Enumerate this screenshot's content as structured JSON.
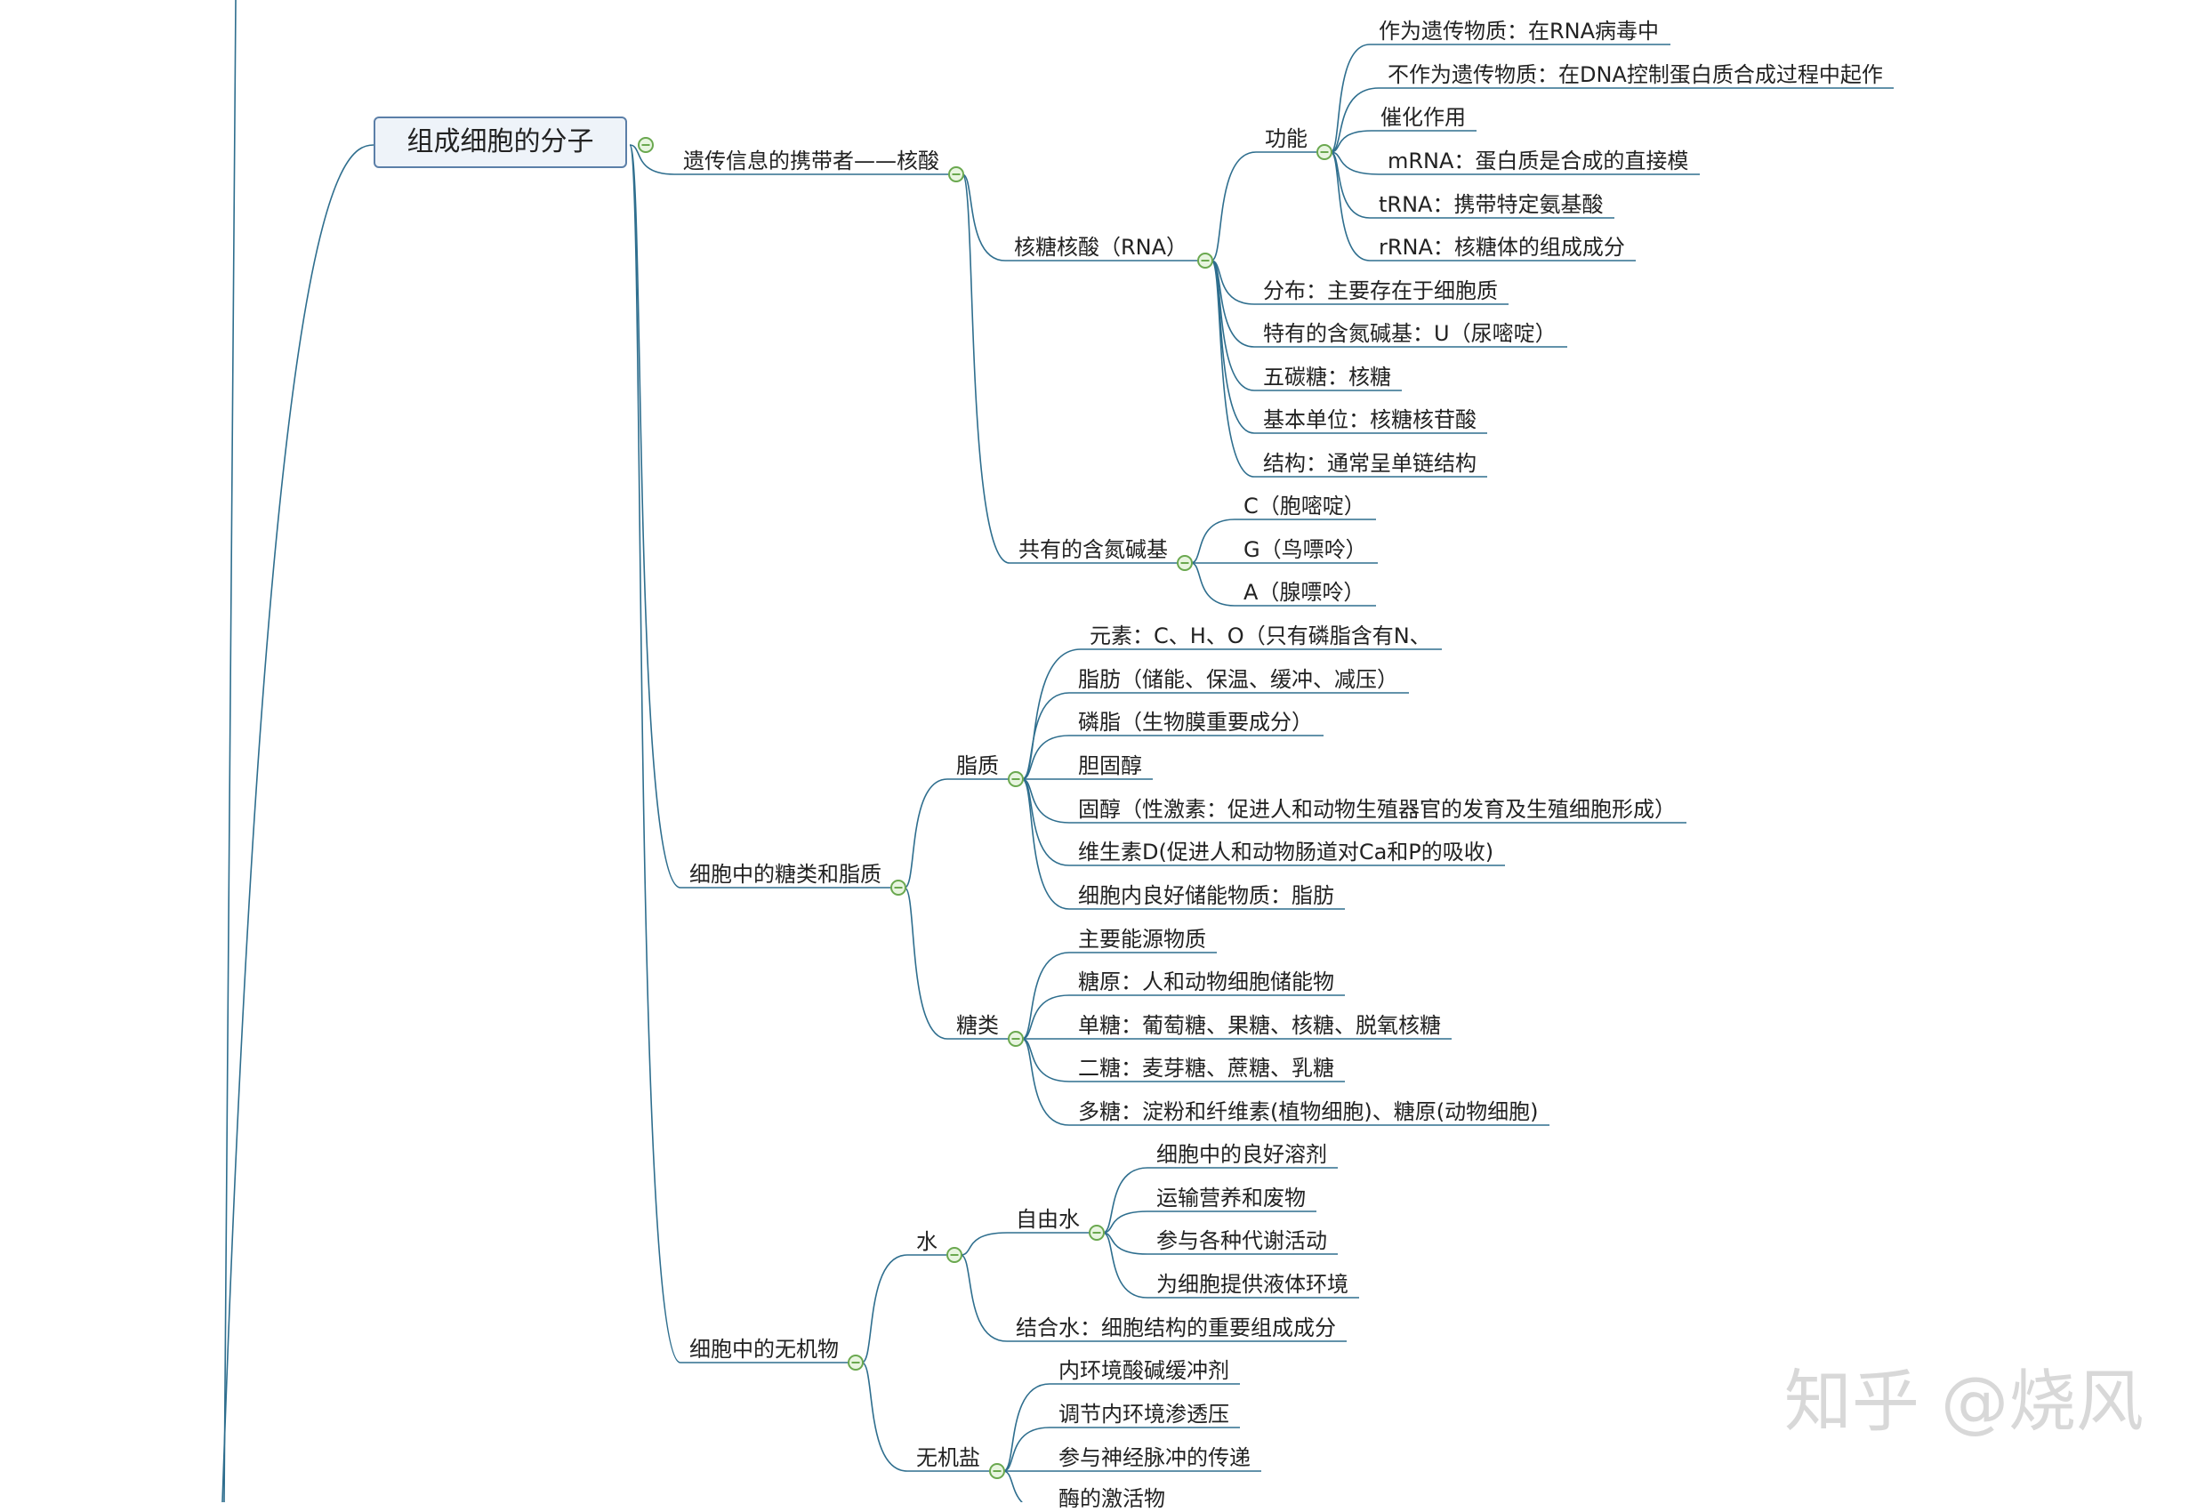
{
  "watermark": "知乎 @烧风",
  "colors": {
    "line": "#2e6e8e",
    "toggle": "#6aa84f",
    "toggleBg": "#e8f5e0"
  },
  "icons": {
    "collapse": "collapse-toggle-icon"
  },
  "root": {
    "id": "n0",
    "label": "组成细胞的分子"
  },
  "nodes": [
    {
      "id": "n1",
      "parent": "n0",
      "label": "遗传信息的携带者——核酸"
    },
    {
      "id": "n2",
      "parent": "n1",
      "label": "核糖核酸（RNA）"
    },
    {
      "id": "n3",
      "parent": "n2",
      "label": "功能"
    },
    {
      "id": "n4",
      "parent": "n3",
      "label": "作为遗传物质：在RNA病毒中"
    },
    {
      "id": "n5",
      "parent": "n3",
      "label": "不作为遗传物质：在DNA控制蛋白质合成过程中起作"
    },
    {
      "id": "n6",
      "parent": "n3",
      "label": "催化作用"
    },
    {
      "id": "n7",
      "parent": "n3",
      "label": "mRNA：蛋白质是合成的直接模"
    },
    {
      "id": "n8",
      "parent": "n3",
      "label": "tRNA：携带特定氨基酸"
    },
    {
      "id": "n9",
      "parent": "n3",
      "label": "rRNA：核糖体的组成成分"
    },
    {
      "id": "n10",
      "parent": "n2",
      "label": "分布：主要存在于细胞质"
    },
    {
      "id": "n11",
      "parent": "n2",
      "label": "特有的含氮碱基：U（尿嘧啶）"
    },
    {
      "id": "n12",
      "parent": "n2",
      "label": "五碳糖：核糖"
    },
    {
      "id": "n13",
      "parent": "n2",
      "label": "基本单位：核糖核苷酸"
    },
    {
      "id": "n14",
      "parent": "n2",
      "label": "结构：通常呈单链结构"
    },
    {
      "id": "n15",
      "parent": "n1",
      "label": "共有的含氮碱基"
    },
    {
      "id": "n16",
      "parent": "n15",
      "label": "C（胞嘧啶）"
    },
    {
      "id": "n17",
      "parent": "n15",
      "label": "G（鸟嘌呤）"
    },
    {
      "id": "n18",
      "parent": "n15",
      "label": "A（腺嘌呤）"
    },
    {
      "id": "n19",
      "parent": "n0",
      "label": "细胞中的糖类和脂质"
    },
    {
      "id": "n20",
      "parent": "n19",
      "label": "脂质"
    },
    {
      "id": "n21",
      "parent": "n20",
      "label": "元素：C、H、O（只有磷脂含有N、"
    },
    {
      "id": "n22",
      "parent": "n20",
      "label": "脂肪（储能、保温、缓冲、减压）"
    },
    {
      "id": "n23",
      "parent": "n20",
      "label": "磷脂（生物膜重要成分）"
    },
    {
      "id": "n24",
      "parent": "n20",
      "label": "胆固醇"
    },
    {
      "id": "n25",
      "parent": "n20",
      "label": "固醇（性激素：促进人和动物生殖器官的发育及生殖细胞形成）"
    },
    {
      "id": "n26",
      "parent": "n20",
      "label": "维生素D(促进人和动物肠道对Ca和P的吸收)"
    },
    {
      "id": "n27",
      "parent": "n20",
      "label": "细胞内良好储能物质：脂肪"
    },
    {
      "id": "n28",
      "parent": "n19",
      "label": "糖类"
    },
    {
      "id": "n29",
      "parent": "n28",
      "label": "主要能源物质"
    },
    {
      "id": "n30",
      "parent": "n28",
      "label": "糖原：人和动物细胞储能物"
    },
    {
      "id": "n31",
      "parent": "n28",
      "label": "单糖：葡萄糖、果糖、核糖、脱氧核糖"
    },
    {
      "id": "n32",
      "parent": "n28",
      "label": "二糖：麦芽糖、蔗糖、乳糖"
    },
    {
      "id": "n33",
      "parent": "n28",
      "label": "多糖：淀粉和纤维素(植物细胞)、糖原(动物细胞)"
    },
    {
      "id": "n34",
      "parent": "n0",
      "label": "细胞中的无机物"
    },
    {
      "id": "n35",
      "parent": "n34",
      "label": "水"
    },
    {
      "id": "n36",
      "parent": "n35",
      "label": "自由水"
    },
    {
      "id": "n37",
      "parent": "n36",
      "label": "细胞中的良好溶剂"
    },
    {
      "id": "n38",
      "parent": "n36",
      "label": "运输营养和废物"
    },
    {
      "id": "n39",
      "parent": "n36",
      "label": "参与各种代谢活动"
    },
    {
      "id": "n40",
      "parent": "n36",
      "label": "为细胞提供液体环境"
    },
    {
      "id": "n41",
      "parent": "n35",
      "label": "结合水：细胞结构的重要组成成分"
    },
    {
      "id": "n42",
      "parent": "n34",
      "label": "无机盐"
    },
    {
      "id": "n43",
      "parent": "n42",
      "label": "内环境酸碱缓冲剂"
    },
    {
      "id": "n44",
      "parent": "n42",
      "label": "调节内环境渗透压"
    },
    {
      "id": "n45",
      "parent": "n42",
      "label": "参与神经脉冲的传递"
    },
    {
      "id": "n46",
      "parent": "n42",
      "label": "酶的激活物"
    }
  ]
}
